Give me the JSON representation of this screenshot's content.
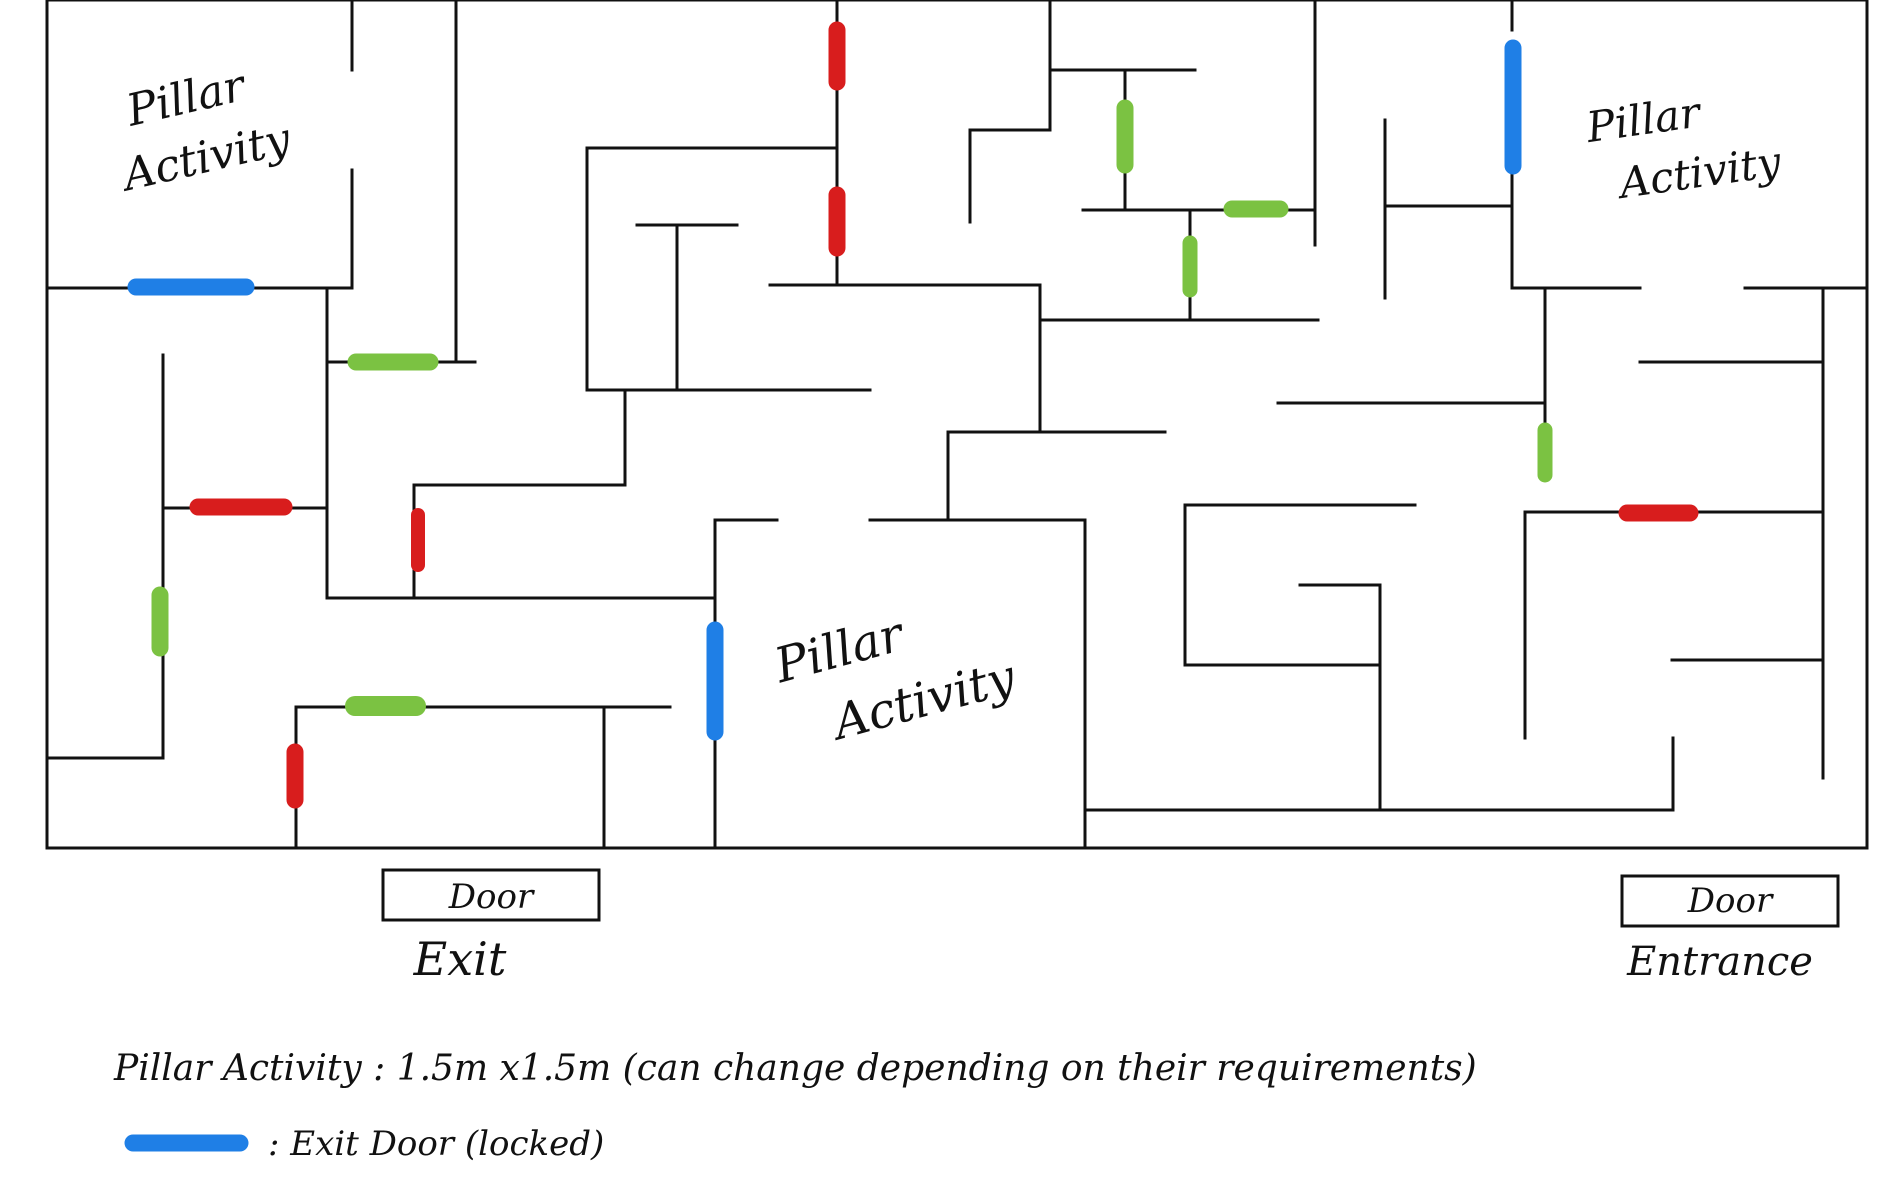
{
  "colors": {
    "wall": "#111111",
    "red_door": "#d81d1d",
    "green_door": "#7bc242",
    "blue_door": "#1f7fe6",
    "background": "#ffffff"
  },
  "maze": {
    "pillar_label_line1": "Pillar",
    "pillar_label_line2": "Activity",
    "exit_door_label": "Door",
    "exit_caption": "Exit",
    "entrance_door_label": "Door",
    "entrance_caption": "Entrance"
  },
  "legend": {
    "pillar_note": "Pillar Activity : 1.5m x1.5m (can change depending on their requirements)",
    "blue_swatch_label": ": Exit Door (locked)"
  }
}
